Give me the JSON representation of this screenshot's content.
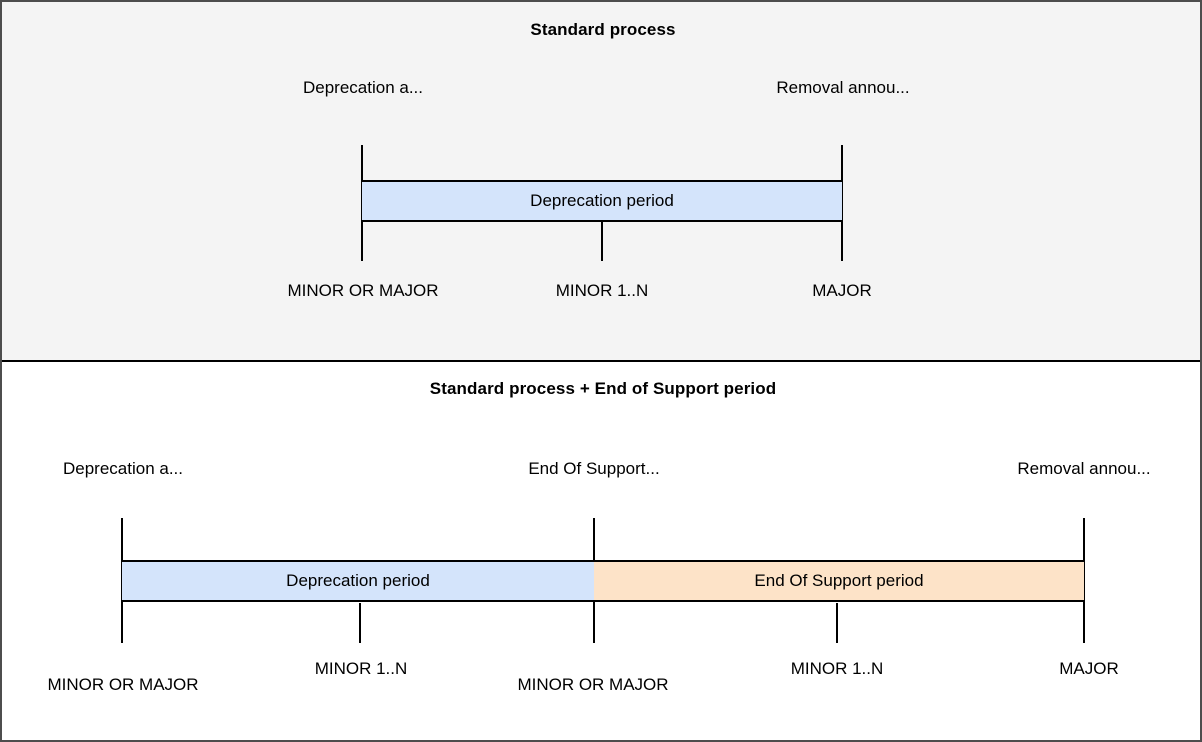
{
  "diagram": {
    "title_bar_colors": {
      "deprecation_fill": "#d4e4fb",
      "end_of_support_fill": "#fde3c8",
      "stroke": "#000000",
      "panel1_background": "#f4f4f4",
      "panel2_background": "#ffffff"
    }
  },
  "panel_standard": {
    "title": "Standard process",
    "events": [
      {
        "label": "Deprecation a..."
      },
      {
        "label": "Removal annou..."
      }
    ],
    "bars": [
      {
        "label": "Deprecation period"
      }
    ],
    "ticks": [
      {
        "label": "MINOR OR MAJOR"
      },
      {
        "label": "MINOR 1..N"
      },
      {
        "label": "MAJOR"
      }
    ]
  },
  "panel_eos": {
    "title": "Standard process + End of Support period",
    "events": [
      {
        "label": "Deprecation a..."
      },
      {
        "label": "End Of Support..."
      },
      {
        "label": "Removal annou..."
      }
    ],
    "bars": [
      {
        "label": "Deprecation period"
      },
      {
        "label": "End Of Support period"
      }
    ],
    "ticks": [
      {
        "label": "MINOR OR MAJOR"
      },
      {
        "label": "MINOR 1..N"
      },
      {
        "label": "MINOR OR MAJOR"
      },
      {
        "label": "MINOR 1..N"
      },
      {
        "label": "MAJOR"
      }
    ]
  }
}
